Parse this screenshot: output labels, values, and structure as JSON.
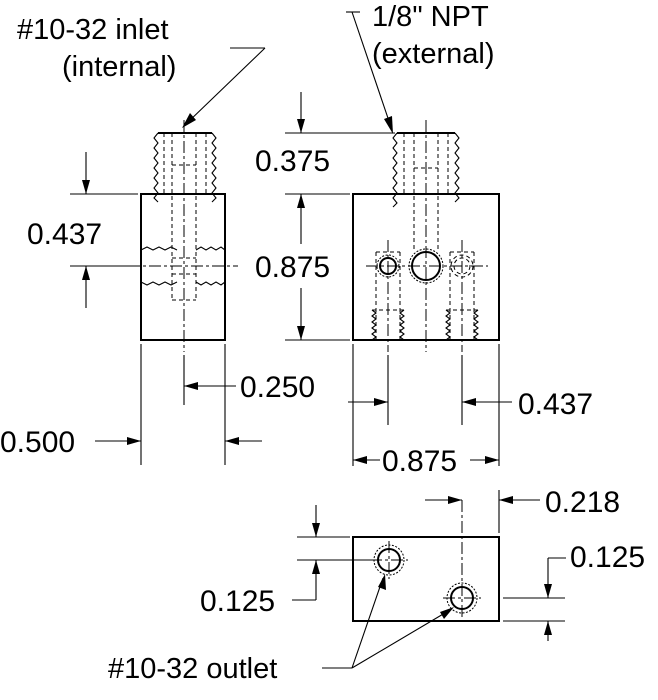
{
  "labels": {
    "inlet_line1": "#10-32 inlet",
    "inlet_line2": "(internal)",
    "npt_line1": "1/8\" NPT",
    "npt_line2": "(external)",
    "outlet": "#10-32 outlet"
  },
  "dimensions": {
    "thread_height": "0.375",
    "side_port_height": "0.437",
    "block_height": "0.875",
    "inlet_offset": "0.250",
    "block_width_side": "0.500",
    "front_port_spacing": "0.437",
    "block_width_front": "0.875",
    "outlet_top_offset": "0.218",
    "outlet_right_offset": "0.125",
    "outlet_left_offset": "0.125"
  }
}
